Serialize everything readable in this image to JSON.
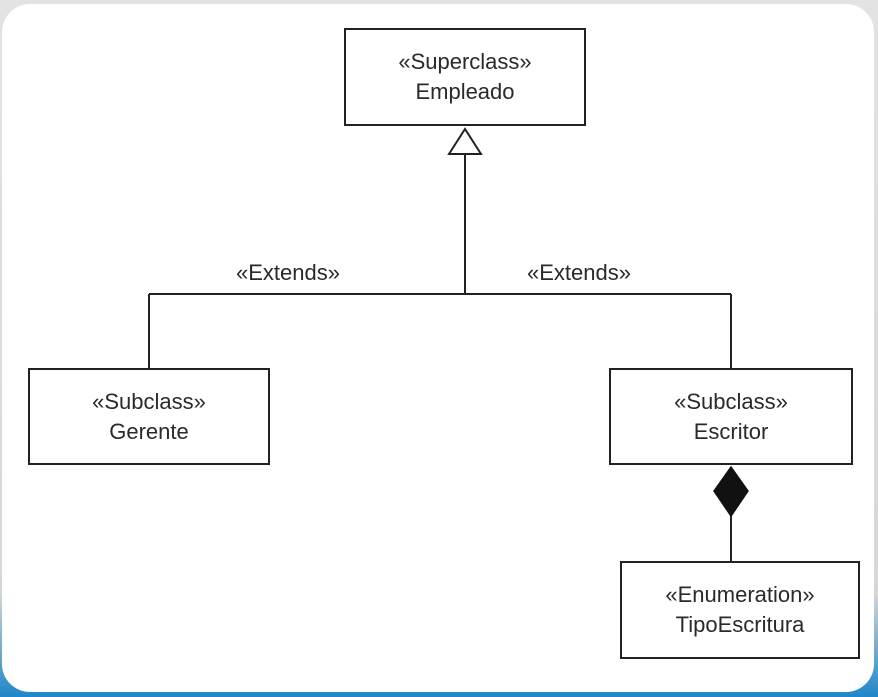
{
  "diagram": {
    "superclass": {
      "stereotype": "«Superclass»",
      "name": "Empleado"
    },
    "subclass_left": {
      "stereotype": "«Subclass»",
      "name": "Gerente"
    },
    "subclass_right": {
      "stereotype": "«Subclass»",
      "name": "Escritor"
    },
    "enumeration": {
      "stereotype": "«Enumeration»",
      "name": "TipoEscritura"
    },
    "extends_left_label": "«Extends»",
    "extends_right_label": "«Extends»"
  },
  "colors": {
    "line": "#222222",
    "text": "#2a2a2a",
    "accent_bottom": "#1f86c9"
  }
}
